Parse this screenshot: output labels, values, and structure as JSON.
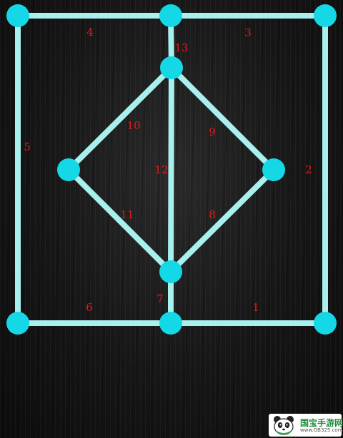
{
  "colors": {
    "line": "#a8f0ee",
    "node": "#14d8e6",
    "label": "#e11d1d"
  },
  "puzzle": {
    "type": "one-stroke drawing puzzle",
    "nodes": [
      "top-left",
      "top-middle",
      "top-right",
      "diamond-top",
      "diamond-left",
      "diamond-right",
      "diamond-bottom",
      "bottom-left",
      "bottom-middle",
      "bottom-right"
    ],
    "edges": [
      {
        "label": "1",
        "from": "bottom-middle",
        "to": "bottom-right"
      },
      {
        "label": "2",
        "from": "top-right",
        "to": "bottom-right"
      },
      {
        "label": "3",
        "from": "top-middle",
        "to": "top-right"
      },
      {
        "label": "4",
        "from": "top-left",
        "to": "top-middle"
      },
      {
        "label": "5",
        "from": "top-left",
        "to": "bottom-left"
      },
      {
        "label": "6",
        "from": "bottom-left",
        "to": "bottom-middle"
      },
      {
        "label": "7",
        "from": "diamond-bottom",
        "to": "bottom-middle"
      },
      {
        "label": "8",
        "from": "diamond-right",
        "to": "diamond-bottom"
      },
      {
        "label": "9",
        "from": "diamond-top",
        "to": "diamond-right"
      },
      {
        "label": "10",
        "from": "diamond-top",
        "to": "diamond-left"
      },
      {
        "label": "11",
        "from": "diamond-left",
        "to": "diamond-bottom"
      },
      {
        "label": "12",
        "from": "diamond-top",
        "to": "diamond-bottom"
      },
      {
        "label": "13",
        "from": "top-middle",
        "to": "diamond-top"
      }
    ]
  },
  "watermark": {
    "icon": "panda-logo-icon",
    "text": "国宝手游网",
    "url": "www.GB325.com"
  }
}
